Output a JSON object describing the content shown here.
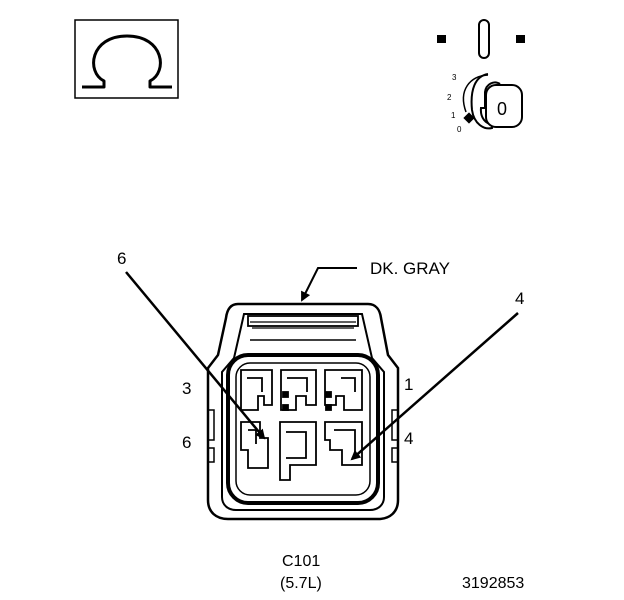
{
  "symbols": {
    "meter_icon": "ohm-icon",
    "meter_glyph": "Ω",
    "ignition_icon": "ignition-key-icon",
    "ignition_positions": [
      "3",
      "2",
      "1",
      "0"
    ],
    "ignition_key_mark": "0"
  },
  "connector": {
    "color_callout": "DK. GRAY",
    "pointer_top_left": "6",
    "pointer_top_right": "4",
    "cavity_labels": {
      "upper_left": "3",
      "upper_right": "1",
      "lower_left": "6",
      "lower_right": "4"
    },
    "id": "C101",
    "engine": "(5.7L)"
  },
  "figure_number": "3192853",
  "colors": {
    "ink": "#000000",
    "background": "#ffffff"
  }
}
